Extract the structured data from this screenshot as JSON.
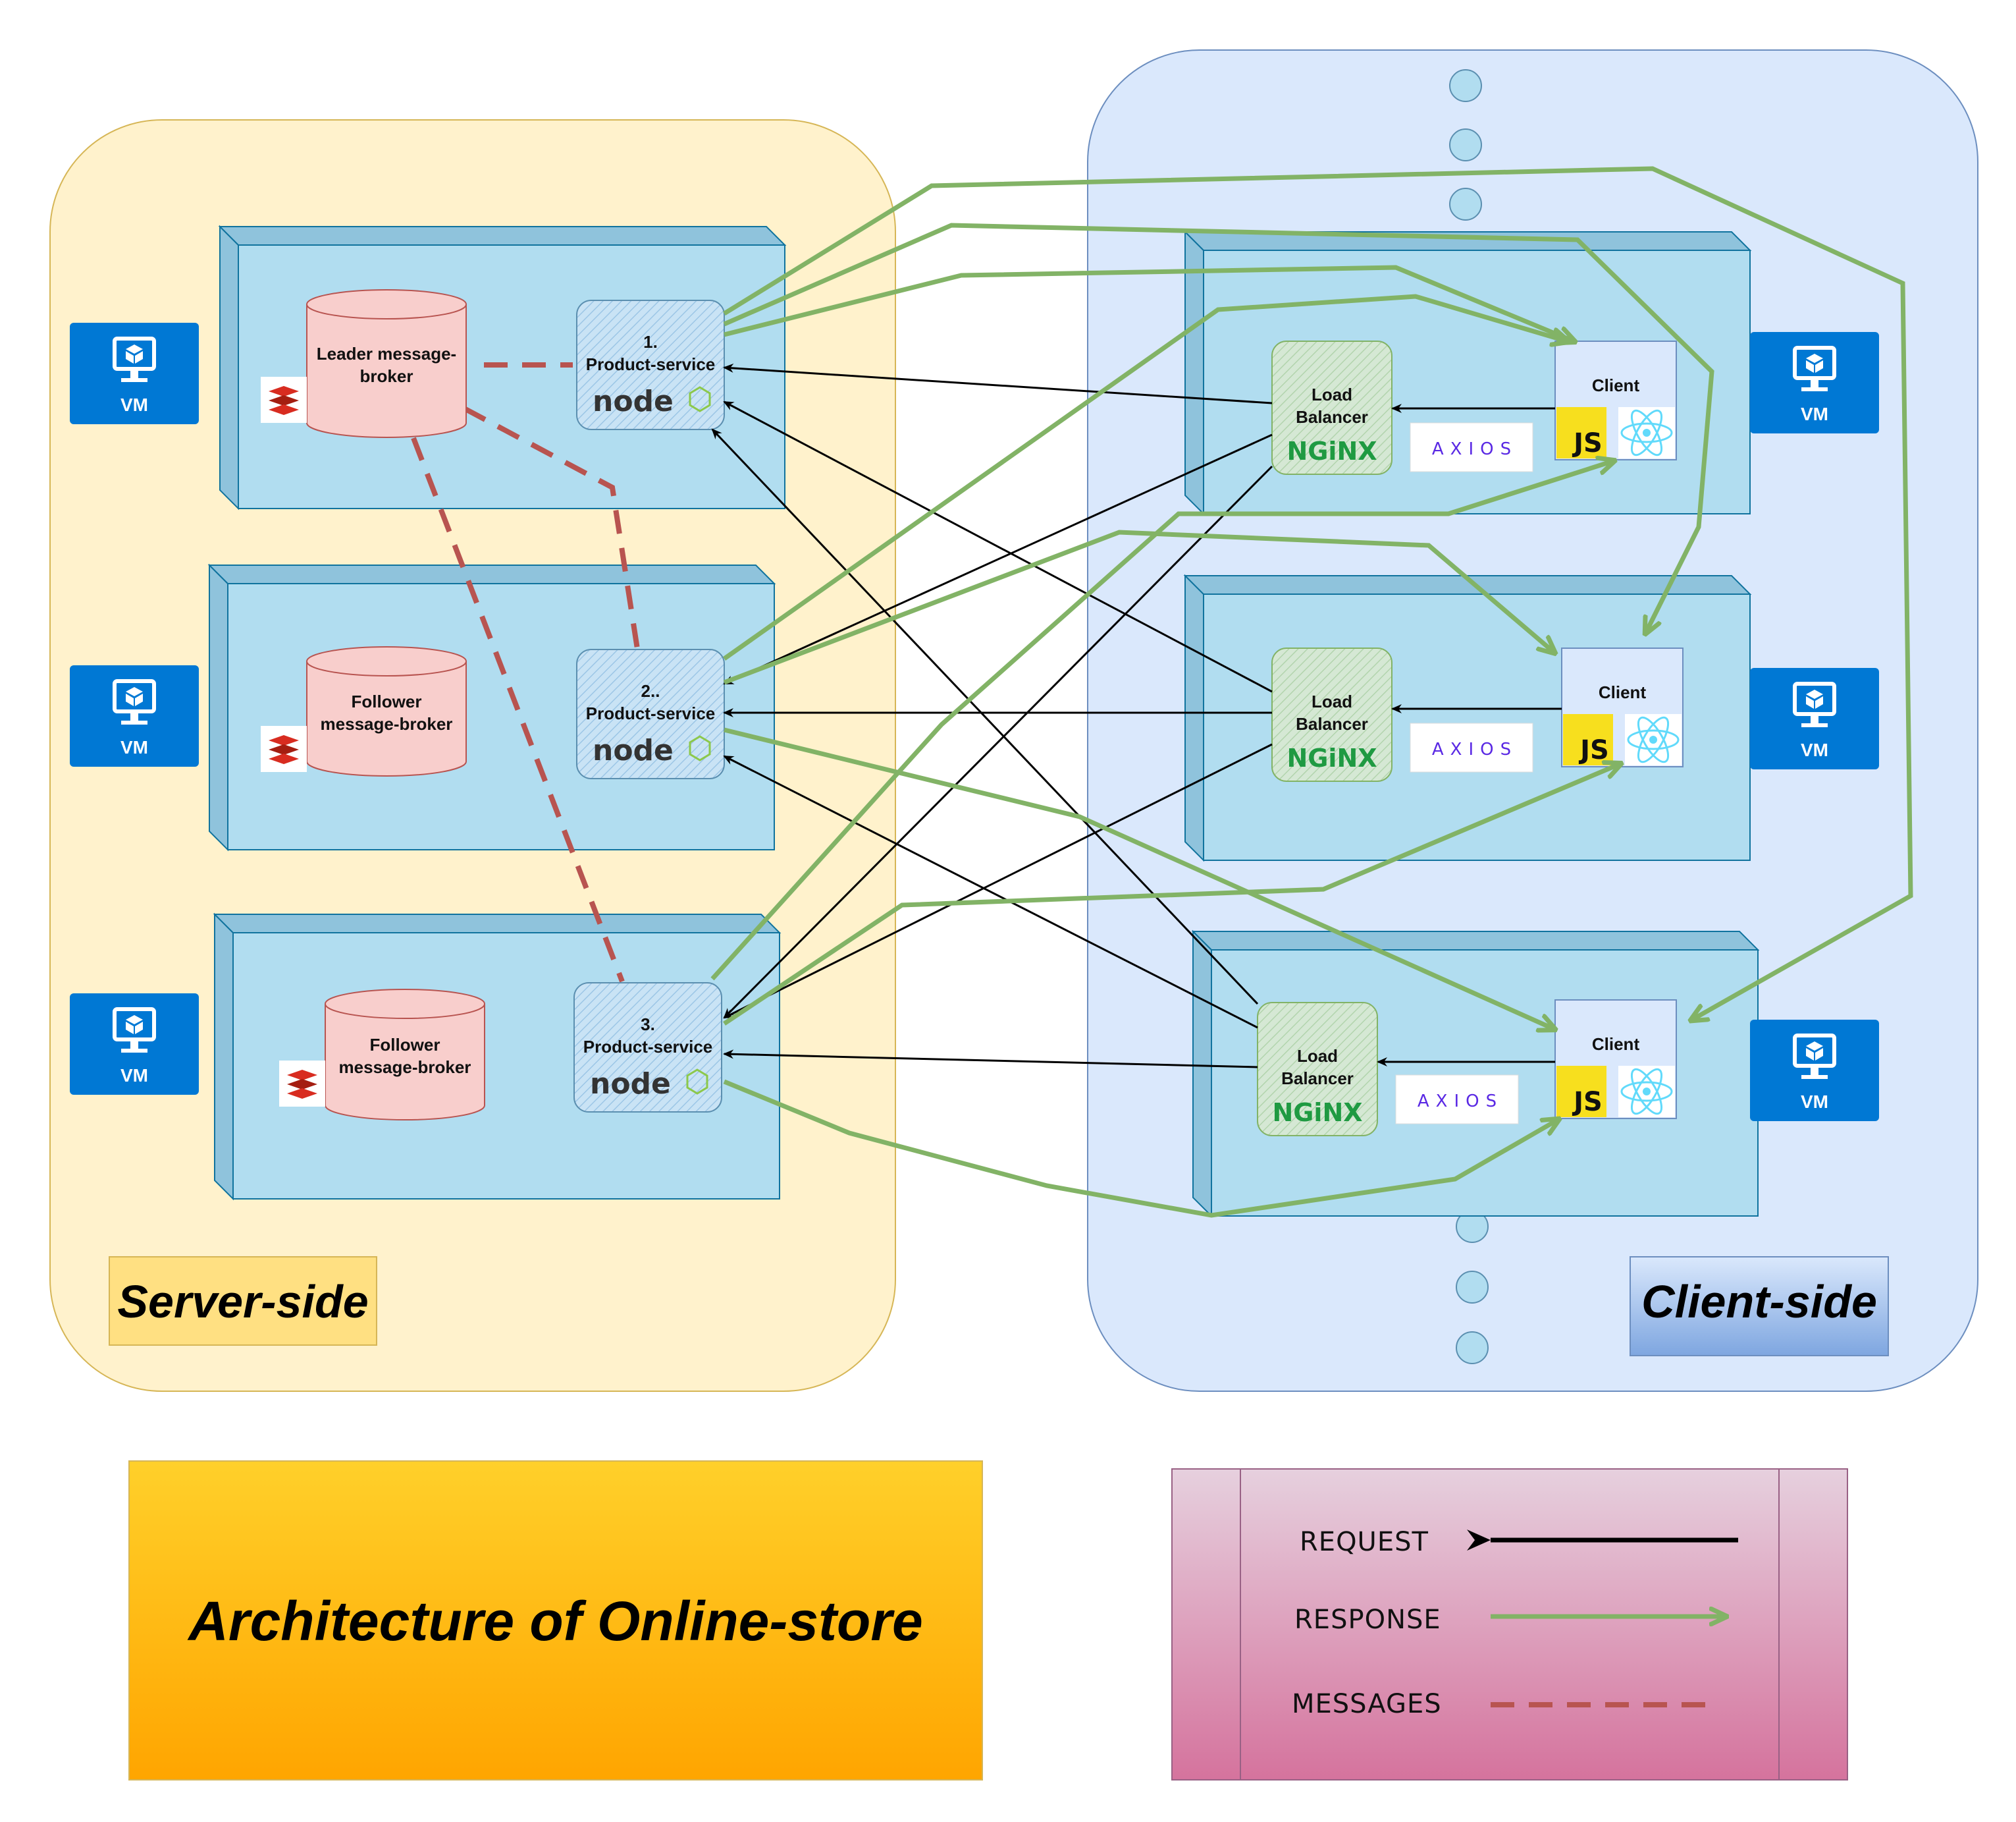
{
  "title": "Architecture of Online-store",
  "regions": {
    "server": "Server-side",
    "client": "Client-side"
  },
  "vm_label": "VM",
  "server_nodes": [
    {
      "broker": "Leader message-broker",
      "service_num": "1.",
      "service": "Product-service"
    },
    {
      "broker": "Follower message-broker",
      "service_num": "2..",
      "service": "Product-service"
    },
    {
      "broker": "Follower message-broker",
      "service_num": "3.",
      "service": "Product-service"
    }
  ],
  "client_nodes": [
    {
      "lb": "Load Balancer",
      "client": "Client"
    },
    {
      "lb": "Load Balancer",
      "client": "Client"
    },
    {
      "lb": "Load Balancer",
      "client": "Client"
    }
  ],
  "logos": {
    "node": "node",
    "nginx": "NGiNX",
    "axios": "AXIOS",
    "js": "JS"
  },
  "legend": {
    "request": "REQUEST",
    "response": "RESPONSE",
    "messages": "MESSAGES"
  },
  "colors": {
    "server_region": "#fff2cc",
    "client_region": "#dae8fc",
    "vm_box": "#b1ddf0",
    "broker": "#f8cecc",
    "request": "#000000",
    "response": "#82b366",
    "messages": "#b85450",
    "title_box": "#ffb300",
    "legend_box": "#e6b8cc"
  }
}
